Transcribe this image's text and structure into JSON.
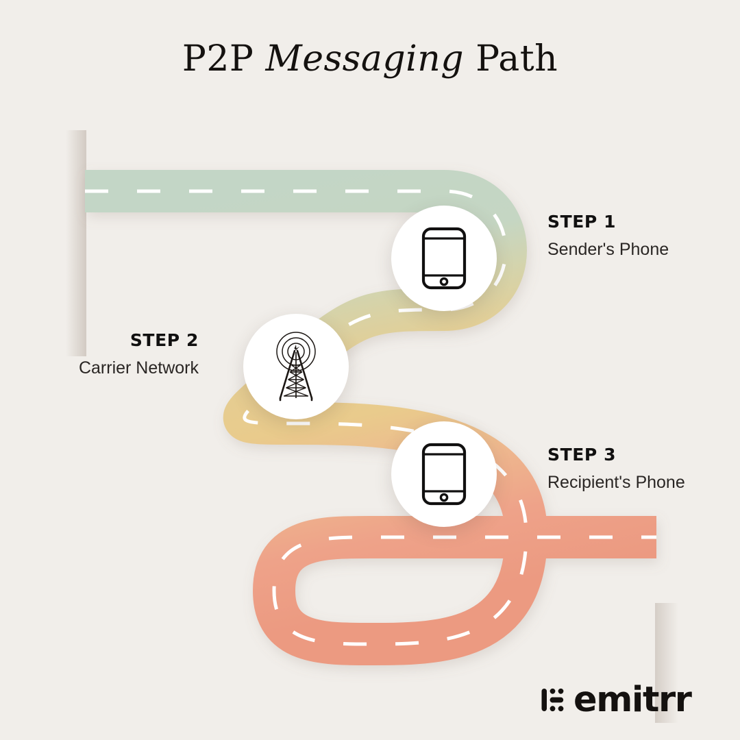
{
  "page": {
    "background_color": "#f1eeea",
    "title_prefix": "P2P ",
    "title_italic": "Messaging",
    "title_suffix": " Path"
  },
  "road": {
    "colors": {
      "green": "#c3d6c6",
      "tan": "#e8cc8e",
      "salmon": "#ec9a81",
      "dash": "#ffffff"
    },
    "stroke_width": 62
  },
  "steps": [
    {
      "id": "step-1",
      "title": "STEP 1",
      "description": "Sender's Phone",
      "icon": "mobile-phone-icon"
    },
    {
      "id": "step-2",
      "title": "STEP 2",
      "description": "Carrier Network",
      "icon": "cell-tower-icon"
    },
    {
      "id": "step-3",
      "title": "STEP 3",
      "description": "Recipient's Phone",
      "icon": "mobile-phone-icon"
    }
  ],
  "logo": {
    "word": "emitrr",
    "mark": "dot-grid-icon",
    "color": "#14110f"
  }
}
